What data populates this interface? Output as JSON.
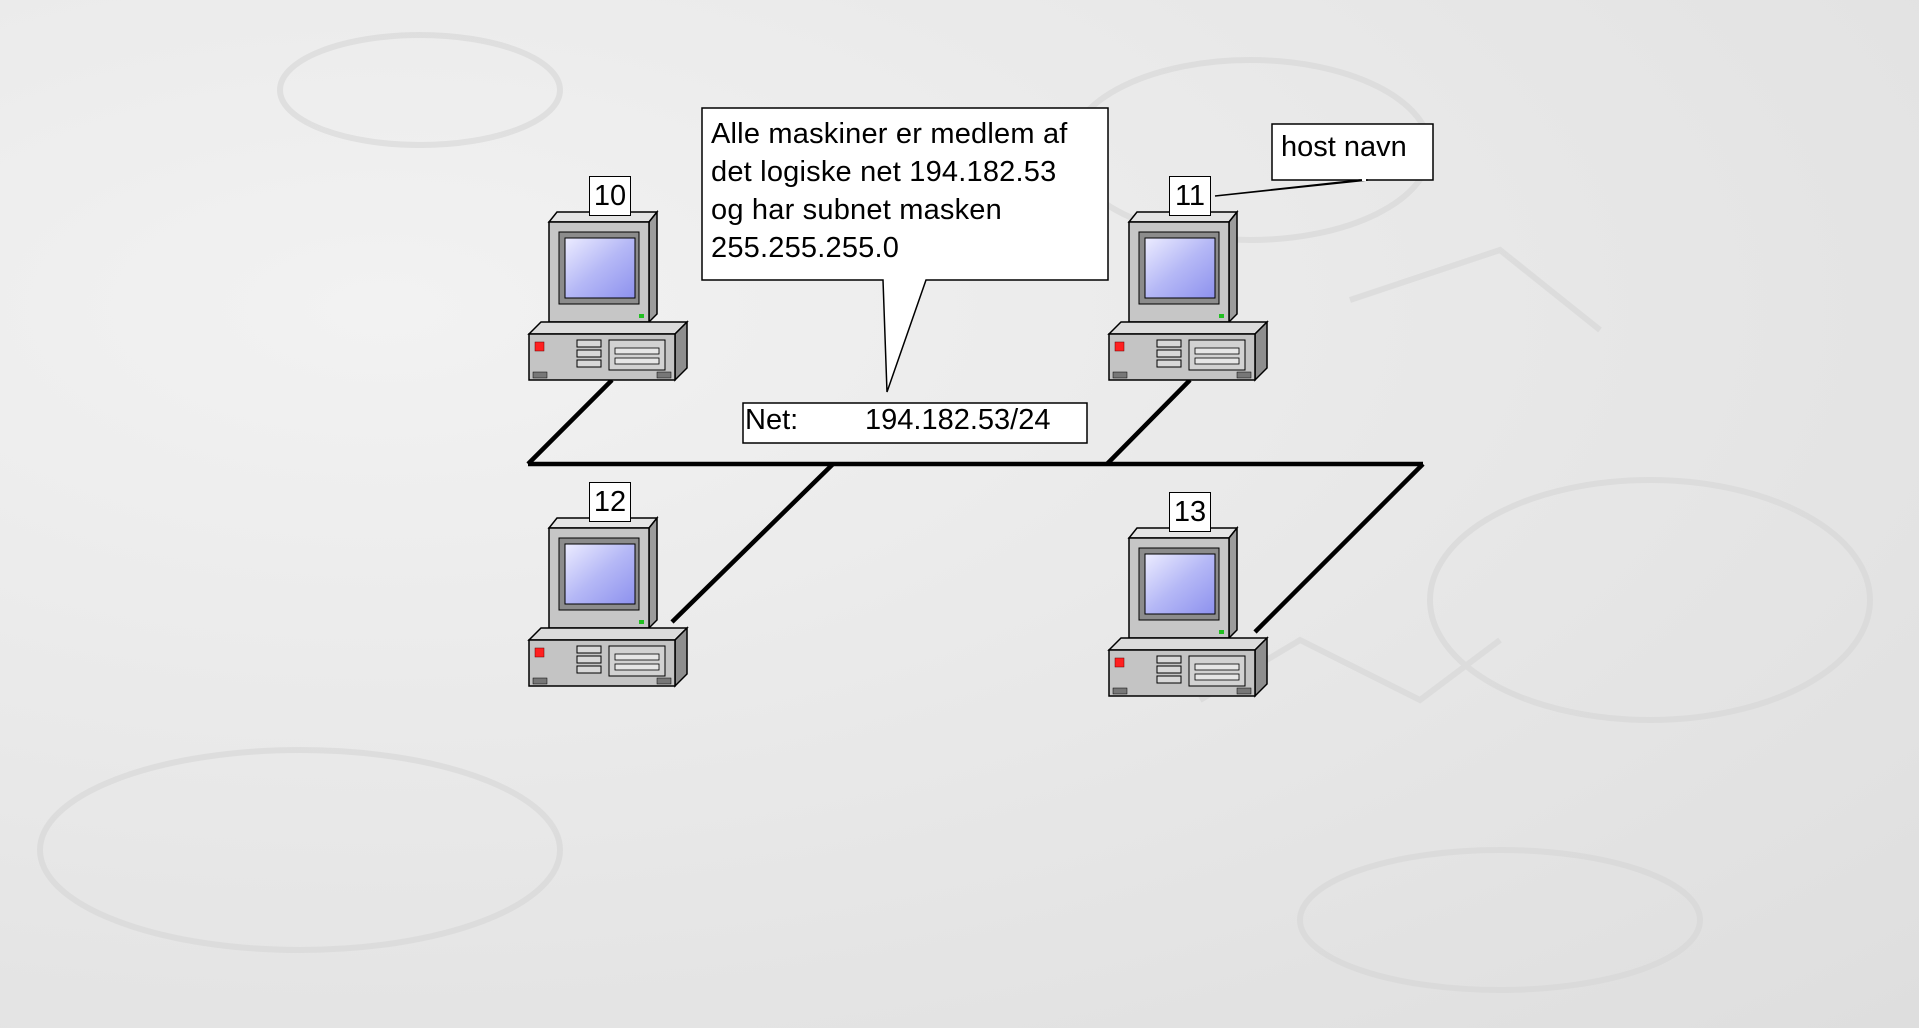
{
  "callout": {
    "lines": [
      "Alle maskiner er medlem af",
      "det logiske net 194.182.53",
      "og har subnet masken",
      "255.255.255.0"
    ]
  },
  "network_label": {
    "prefix": "Net:",
    "value": "194.182.53/24"
  },
  "host_callout": {
    "text": "host navn"
  },
  "hosts": [
    {
      "number": "10"
    },
    {
      "number": "11"
    },
    {
      "number": "12"
    },
    {
      "number": "13"
    }
  ],
  "colors": {
    "screen": "#a4a8f4",
    "monitor_body": "#c8c8c8",
    "led_red": "#ff2020",
    "led_green": "#20c020"
  }
}
